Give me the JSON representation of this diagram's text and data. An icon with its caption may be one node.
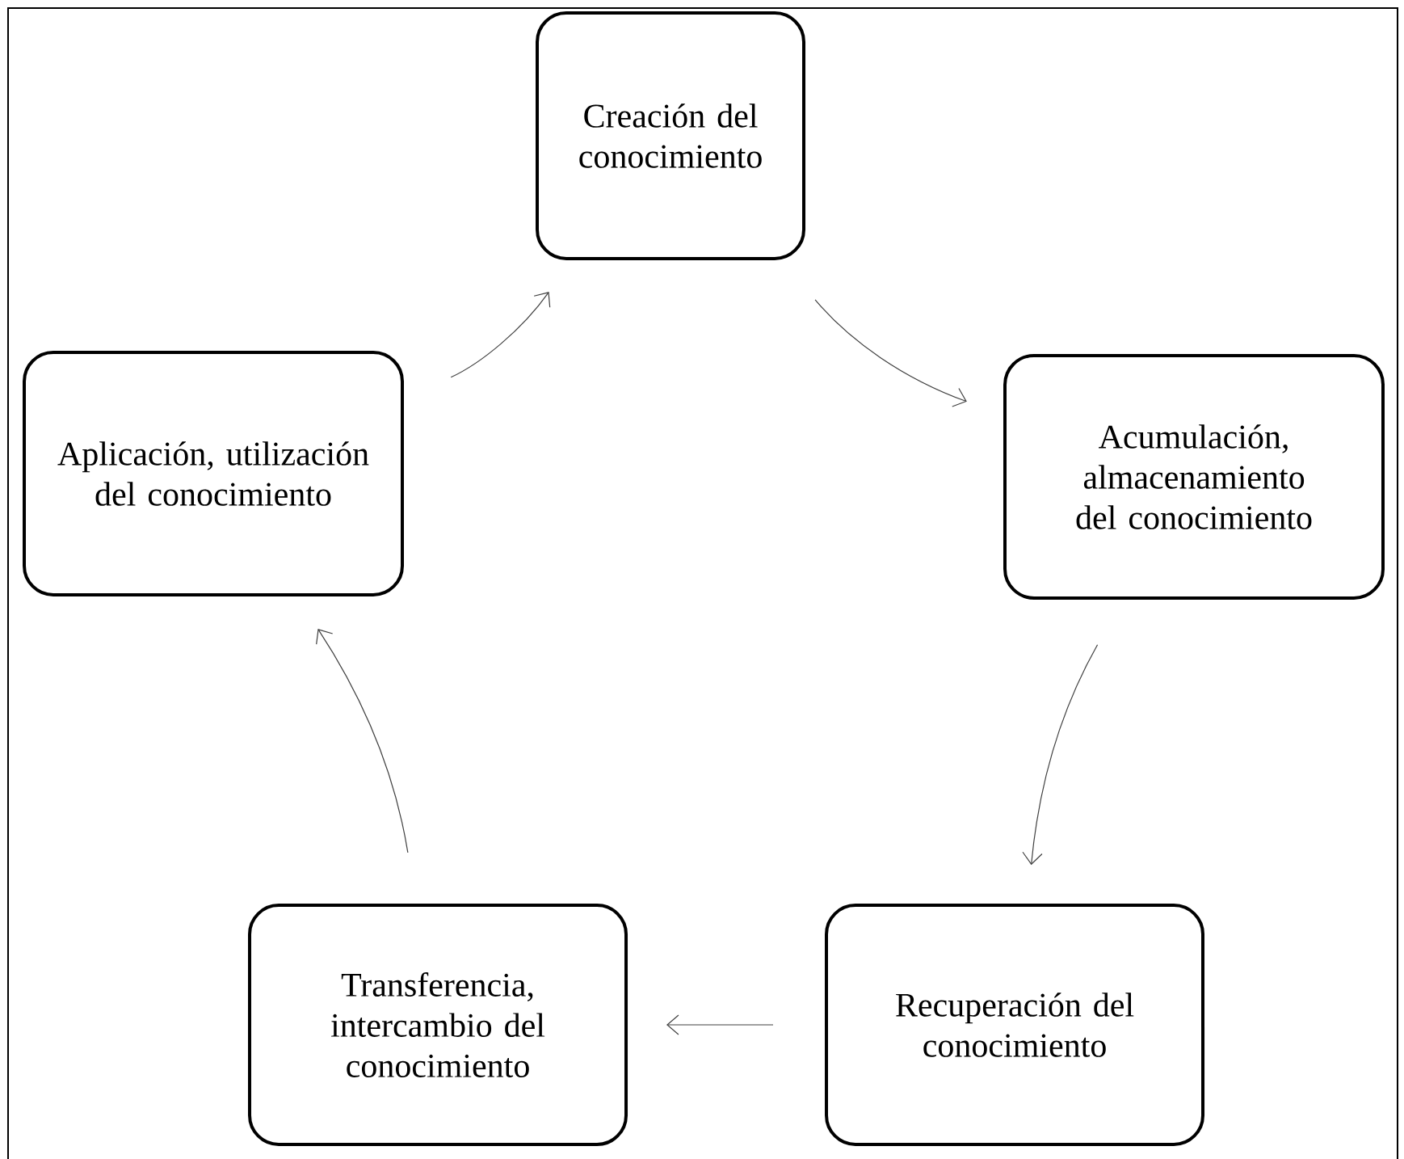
{
  "diagram": {
    "nodes": [
      {
        "text": [
          "Creación del conocimiento"
        ]
      },
      {
        "text": [
          "Acumulación, almacenamiento del conocimiento"
        ]
      },
      {
        "text": [
          "Recuperación del conocimiento"
        ]
      },
      {
        "text": [
          "Transferencia, intercambio del conocimiento"
        ]
      },
      {
        "text": [
          "Aplicación, utilización del conocimiento"
        ]
      }
    ],
    "edges": [
      {
        "from": 0,
        "to": 1,
        "arrow": "to"
      },
      {
        "from": 1,
        "to": 2,
        "arrow": "to"
      },
      {
        "from": 2,
        "to": 3,
        "arrow": "to"
      },
      {
        "from": 3,
        "to": 4,
        "arrow": "to"
      },
      {
        "from": 4,
        "to": 0,
        "arrow": "to"
      }
    ]
  }
}
